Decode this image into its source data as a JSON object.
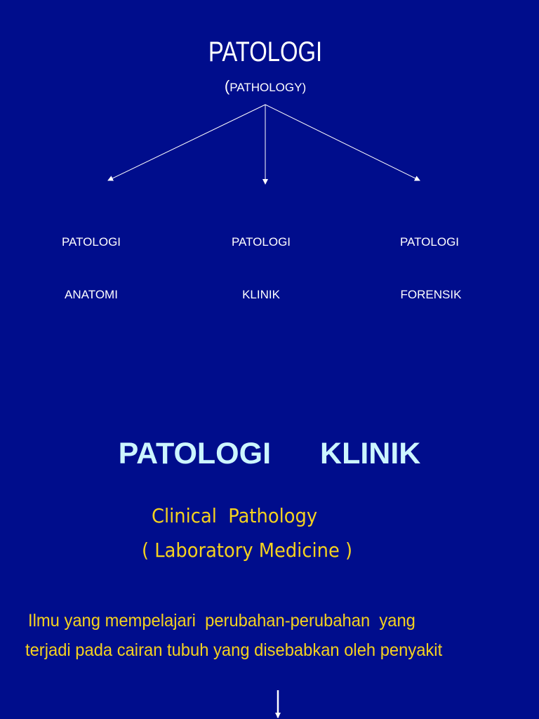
{
  "diagram": {
    "title": "PATOLOGI",
    "subtitle_open": "(",
    "subtitle_main": "PATHOLOGY",
    "subtitle_close": ")",
    "branches": [
      {
        "line1": "PATOLOGI",
        "line2": "ANATOMI"
      },
      {
        "line1": "PATOLOGI",
        "line2": "KLINIK"
      },
      {
        "line1": "PATOLOGI",
        "line2": "FORENSIK"
      }
    ]
  },
  "section": {
    "heading_word1": "PATOLOGI",
    "heading_word2": "KLINIK",
    "english_name": "Clinical  Pathology",
    "alt_name": "( Laboratory Medicine )",
    "definition_line1": "Ilmu yang mempelajari  perubahan-perubahan  yang",
    "definition_line2": "terjadi pada cairan tubuh yang disebabkan oleh penyakit"
  },
  "colors": {
    "background": "#000D8C",
    "heading": "#CCF5FF",
    "yellow_text": "#F5D21E",
    "white_text": "#FFFFFF"
  }
}
